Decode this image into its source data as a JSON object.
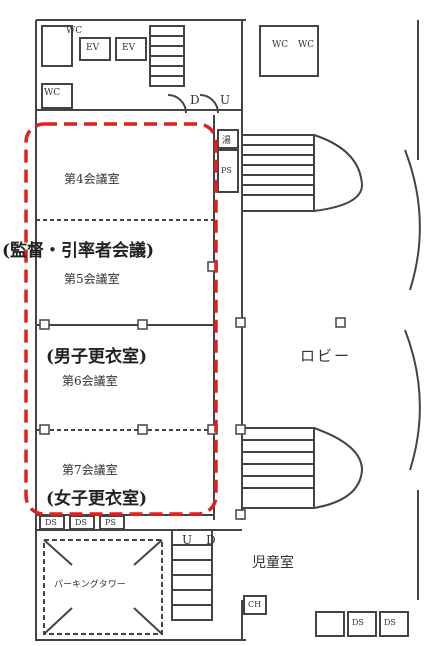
{
  "rooms": {
    "conf4": "第4会議室",
    "conf5": "第5会議室",
    "conf6": "第6会議室",
    "conf7": "第7会議室",
    "lobby": "ロビー",
    "kids": "児童室",
    "parking": "パーキングタワー"
  },
  "annotations": {
    "coaches": "(監督・引率者会議)",
    "men": "(男子更衣室)",
    "women": "(女子更衣室)"
  },
  "marks": {
    "wc": "WC",
    "ev": "EV",
    "ps": "PS",
    "ds": "DS",
    "ch": "CH",
    "yu": "湯",
    "d": "D",
    "u": "U"
  },
  "colors": {
    "highlight": "#e0201c",
    "line": "#444444"
  }
}
